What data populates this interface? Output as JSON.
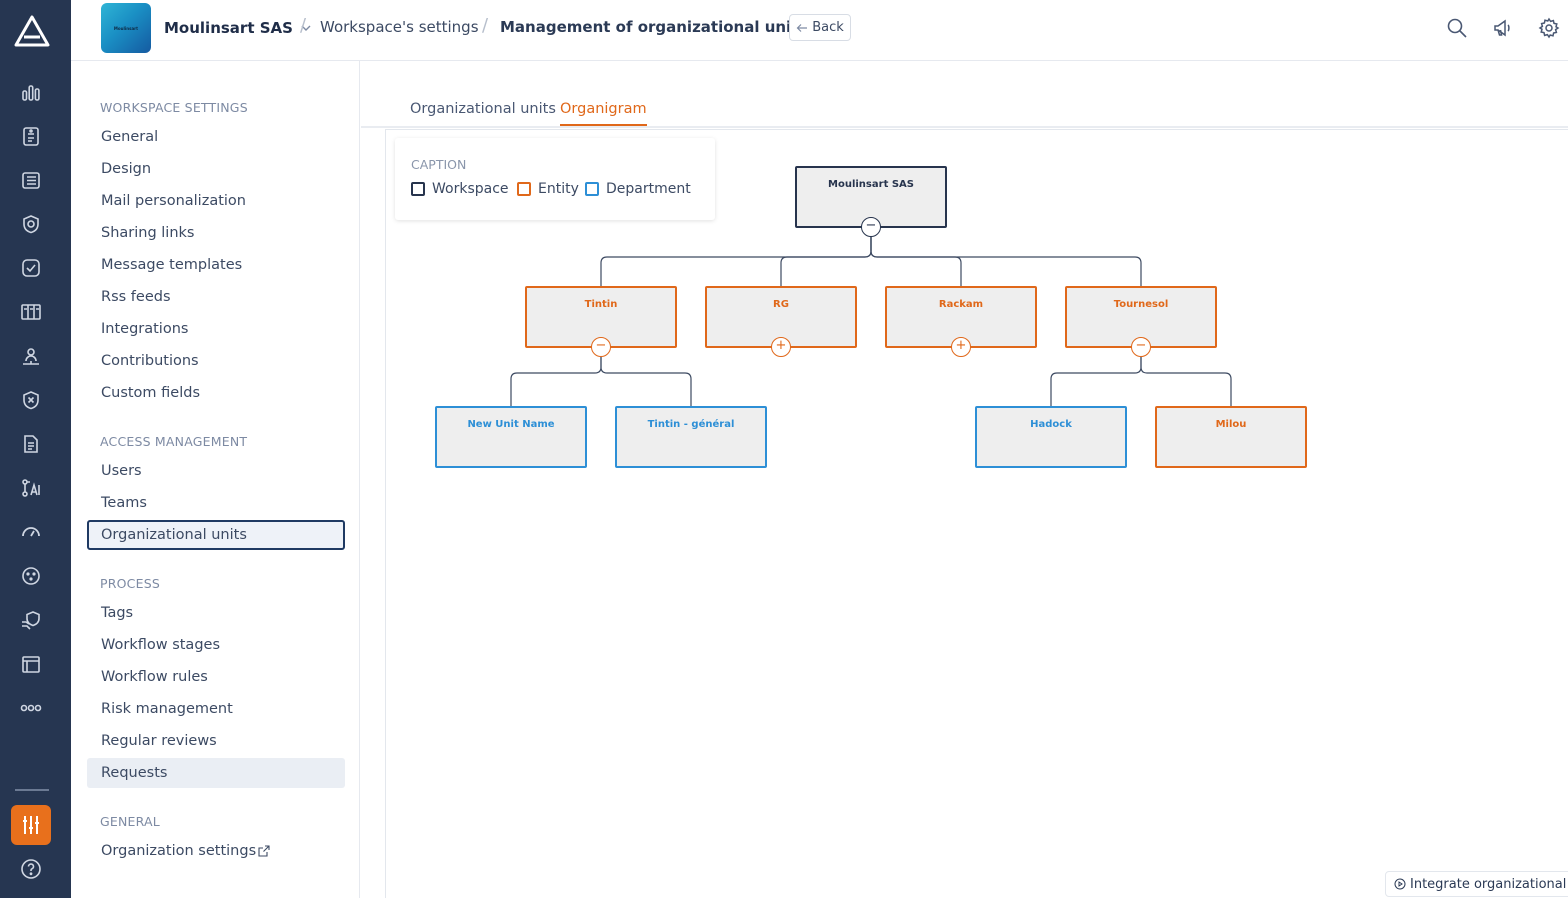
{
  "header": {
    "workspace_name": "Moulinsart SAS",
    "workspace_logo_text": "Moulinsart",
    "breadcrumb_settings": "Workspace's settings",
    "breadcrumb_current": "Management of organizational units",
    "back_label": "Back"
  },
  "rail_icons": [
    "dashboard-icon",
    "document-clipboard-icon",
    "register-icon",
    "shield-cycle-icon",
    "checklist-icon",
    "columns-icon",
    "person-network-icon",
    "shield-x-icon",
    "file-text-icon",
    "ai-network-icon",
    "gauge-icon",
    "dots-circle-icon",
    "shield-hand-icon",
    "window-icon",
    "more-icon"
  ],
  "sidebar": {
    "sections": [
      {
        "title": "WORKSPACE SETTINGS",
        "items": [
          "General",
          "Design",
          "Mail personalization",
          "Sharing links",
          "Message templates",
          "Rss feeds",
          "Integrations",
          "Contributions",
          "Custom fields"
        ]
      },
      {
        "title": "ACCESS MANAGEMENT",
        "items": [
          "Users",
          "Teams",
          "Organizational units"
        ]
      },
      {
        "title": "PROCESS",
        "items": [
          "Tags",
          "Workflow stages",
          "Workflow rules",
          "Risk management",
          "Regular reviews",
          "Requests"
        ]
      },
      {
        "title": "GENERAL",
        "items": [
          "Organization settings"
        ]
      }
    ],
    "active_item": "Organizational units"
  },
  "tabs": {
    "units": "Organizational units",
    "organigram": "Organigram",
    "active": "Organigram"
  },
  "caption": {
    "title": "CAPTION",
    "workspace": "Workspace",
    "entity": "Entity",
    "department": "Department",
    "colors": {
      "workspace": "#27344d",
      "entity": "#e0681a",
      "department": "#2d8fd6"
    }
  },
  "organigram": {
    "root": {
      "name": "Moulinsart SAS",
      "type": "workspace",
      "toggle": "−"
    },
    "entities": [
      {
        "name": "Tintin",
        "type": "entity",
        "toggle": "−"
      },
      {
        "name": "RG",
        "type": "entity",
        "toggle": "+"
      },
      {
        "name": "Rackam",
        "type": "entity",
        "toggle": "+"
      },
      {
        "name": "Tournesol",
        "type": "entity",
        "toggle": "−"
      }
    ],
    "children": [
      {
        "name": "New Unit Name",
        "type": "department",
        "parent": "Tintin"
      },
      {
        "name": "Tintin - général",
        "type": "department",
        "parent": "Tintin"
      },
      {
        "name": "Hadock",
        "type": "department",
        "parent": "Tournesol"
      },
      {
        "name": "Milou",
        "type": "entity",
        "parent": "Tournesol"
      }
    ]
  },
  "integrate_button": "Integrate organizational u"
}
